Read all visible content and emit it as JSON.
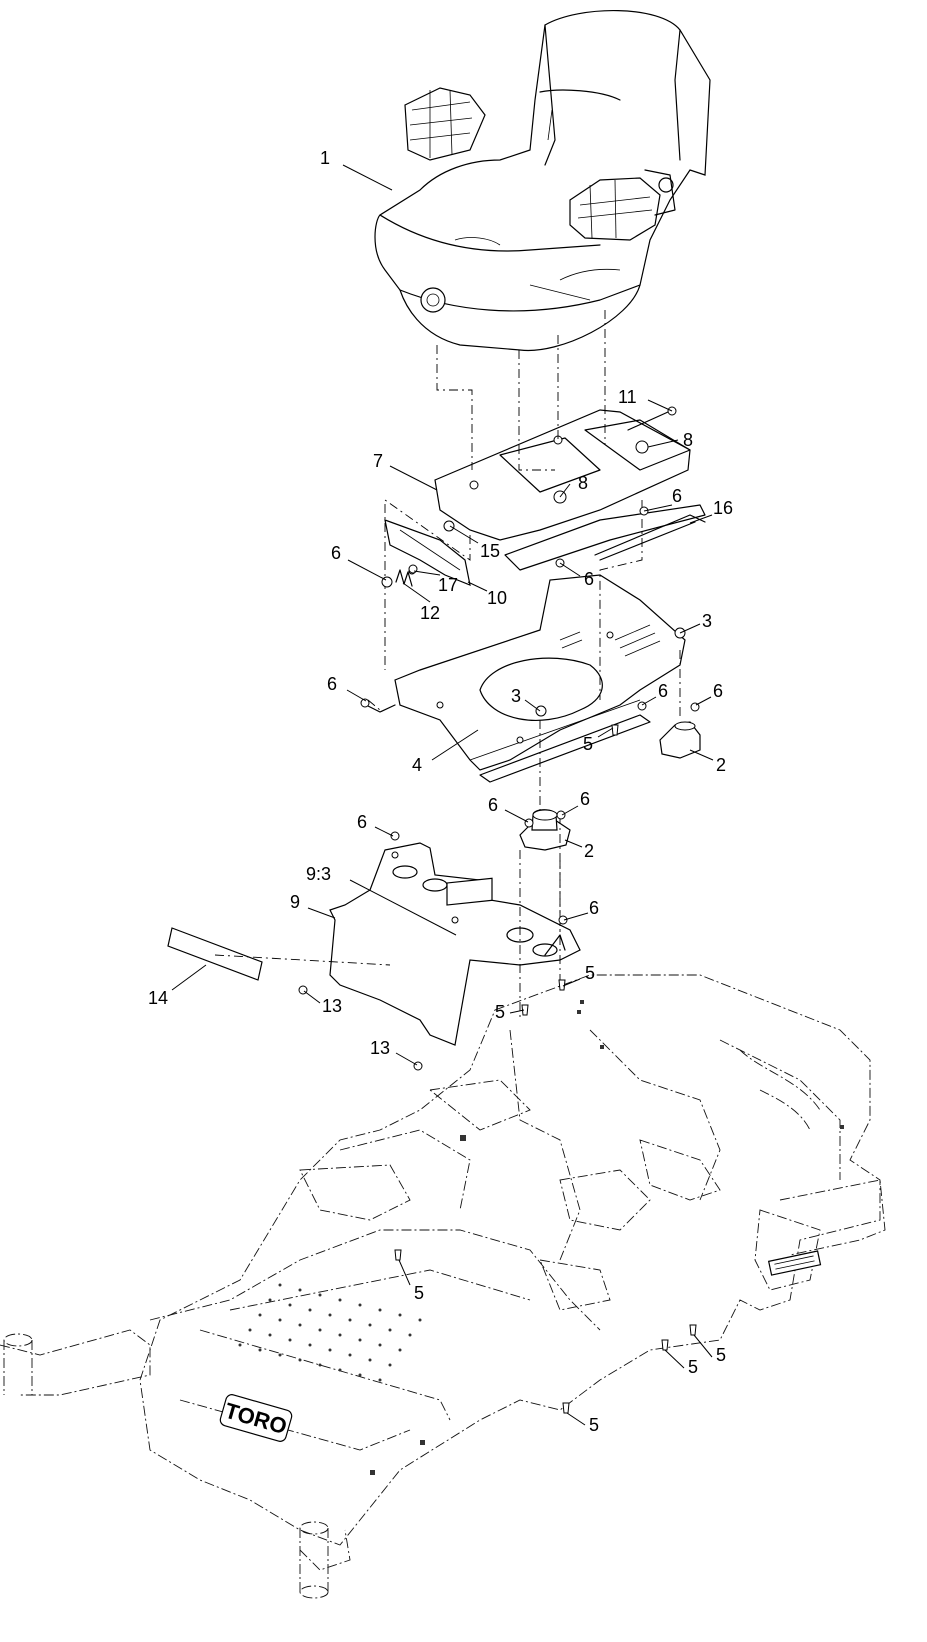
{
  "callouts": [
    {
      "id": "c1",
      "label": "1"
    },
    {
      "id": "c11",
      "label": "11"
    },
    {
      "id": "c8a",
      "label": "8"
    },
    {
      "id": "c7",
      "label": "7"
    },
    {
      "id": "c8b",
      "label": "8"
    },
    {
      "id": "c6a",
      "label": "6"
    },
    {
      "id": "c16",
      "label": "16"
    },
    {
      "id": "c15",
      "label": "15"
    },
    {
      "id": "c6b",
      "label": "6"
    },
    {
      "id": "c17",
      "label": "17"
    },
    {
      "id": "c12",
      "label": "12"
    },
    {
      "id": "c10",
      "label": "10"
    },
    {
      "id": "c6c",
      "label": "6"
    },
    {
      "id": "c3a",
      "label": "3"
    },
    {
      "id": "c6d",
      "label": "6"
    },
    {
      "id": "c3b",
      "label": "3"
    },
    {
      "id": "c6e",
      "label": "6"
    },
    {
      "id": "c6f",
      "label": "6"
    },
    {
      "id": "c5a",
      "label": "5"
    },
    {
      "id": "c2a",
      "label": "2"
    },
    {
      "id": "c4",
      "label": "4"
    },
    {
      "id": "c6g",
      "label": "6"
    },
    {
      "id": "c6h",
      "label": "6"
    },
    {
      "id": "c2b",
      "label": "2"
    },
    {
      "id": "c6i",
      "label": "6"
    },
    {
      "id": "c93",
      "label": "9:3"
    },
    {
      "id": "c9",
      "label": "9"
    },
    {
      "id": "c6j",
      "label": "6"
    },
    {
      "id": "c14",
      "label": "14"
    },
    {
      "id": "c13a",
      "label": "13"
    },
    {
      "id": "c5b",
      "label": "5"
    },
    {
      "id": "c5c",
      "label": "5"
    },
    {
      "id": "c13b",
      "label": "13"
    },
    {
      "id": "c5d",
      "label": "5"
    },
    {
      "id": "c5e",
      "label": "5"
    },
    {
      "id": "c5f",
      "label": "5"
    },
    {
      "id": "c5g",
      "label": "5"
    }
  ],
  "decal": {
    "brand": "TORO"
  }
}
